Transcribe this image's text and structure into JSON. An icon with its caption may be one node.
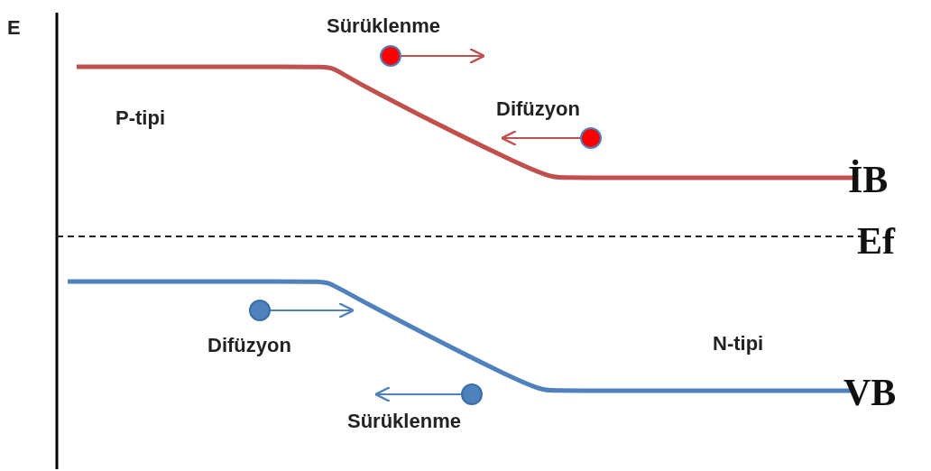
{
  "diagram": {
    "labels": [
      "E",
      "Sürüklenme",
      "P-tipi",
      "Difüzyon",
      "İB",
      "Ef",
      "Difüzyon",
      "N-tipi",
      "VB",
      "Sürüklenme"
    ]
  }
}
